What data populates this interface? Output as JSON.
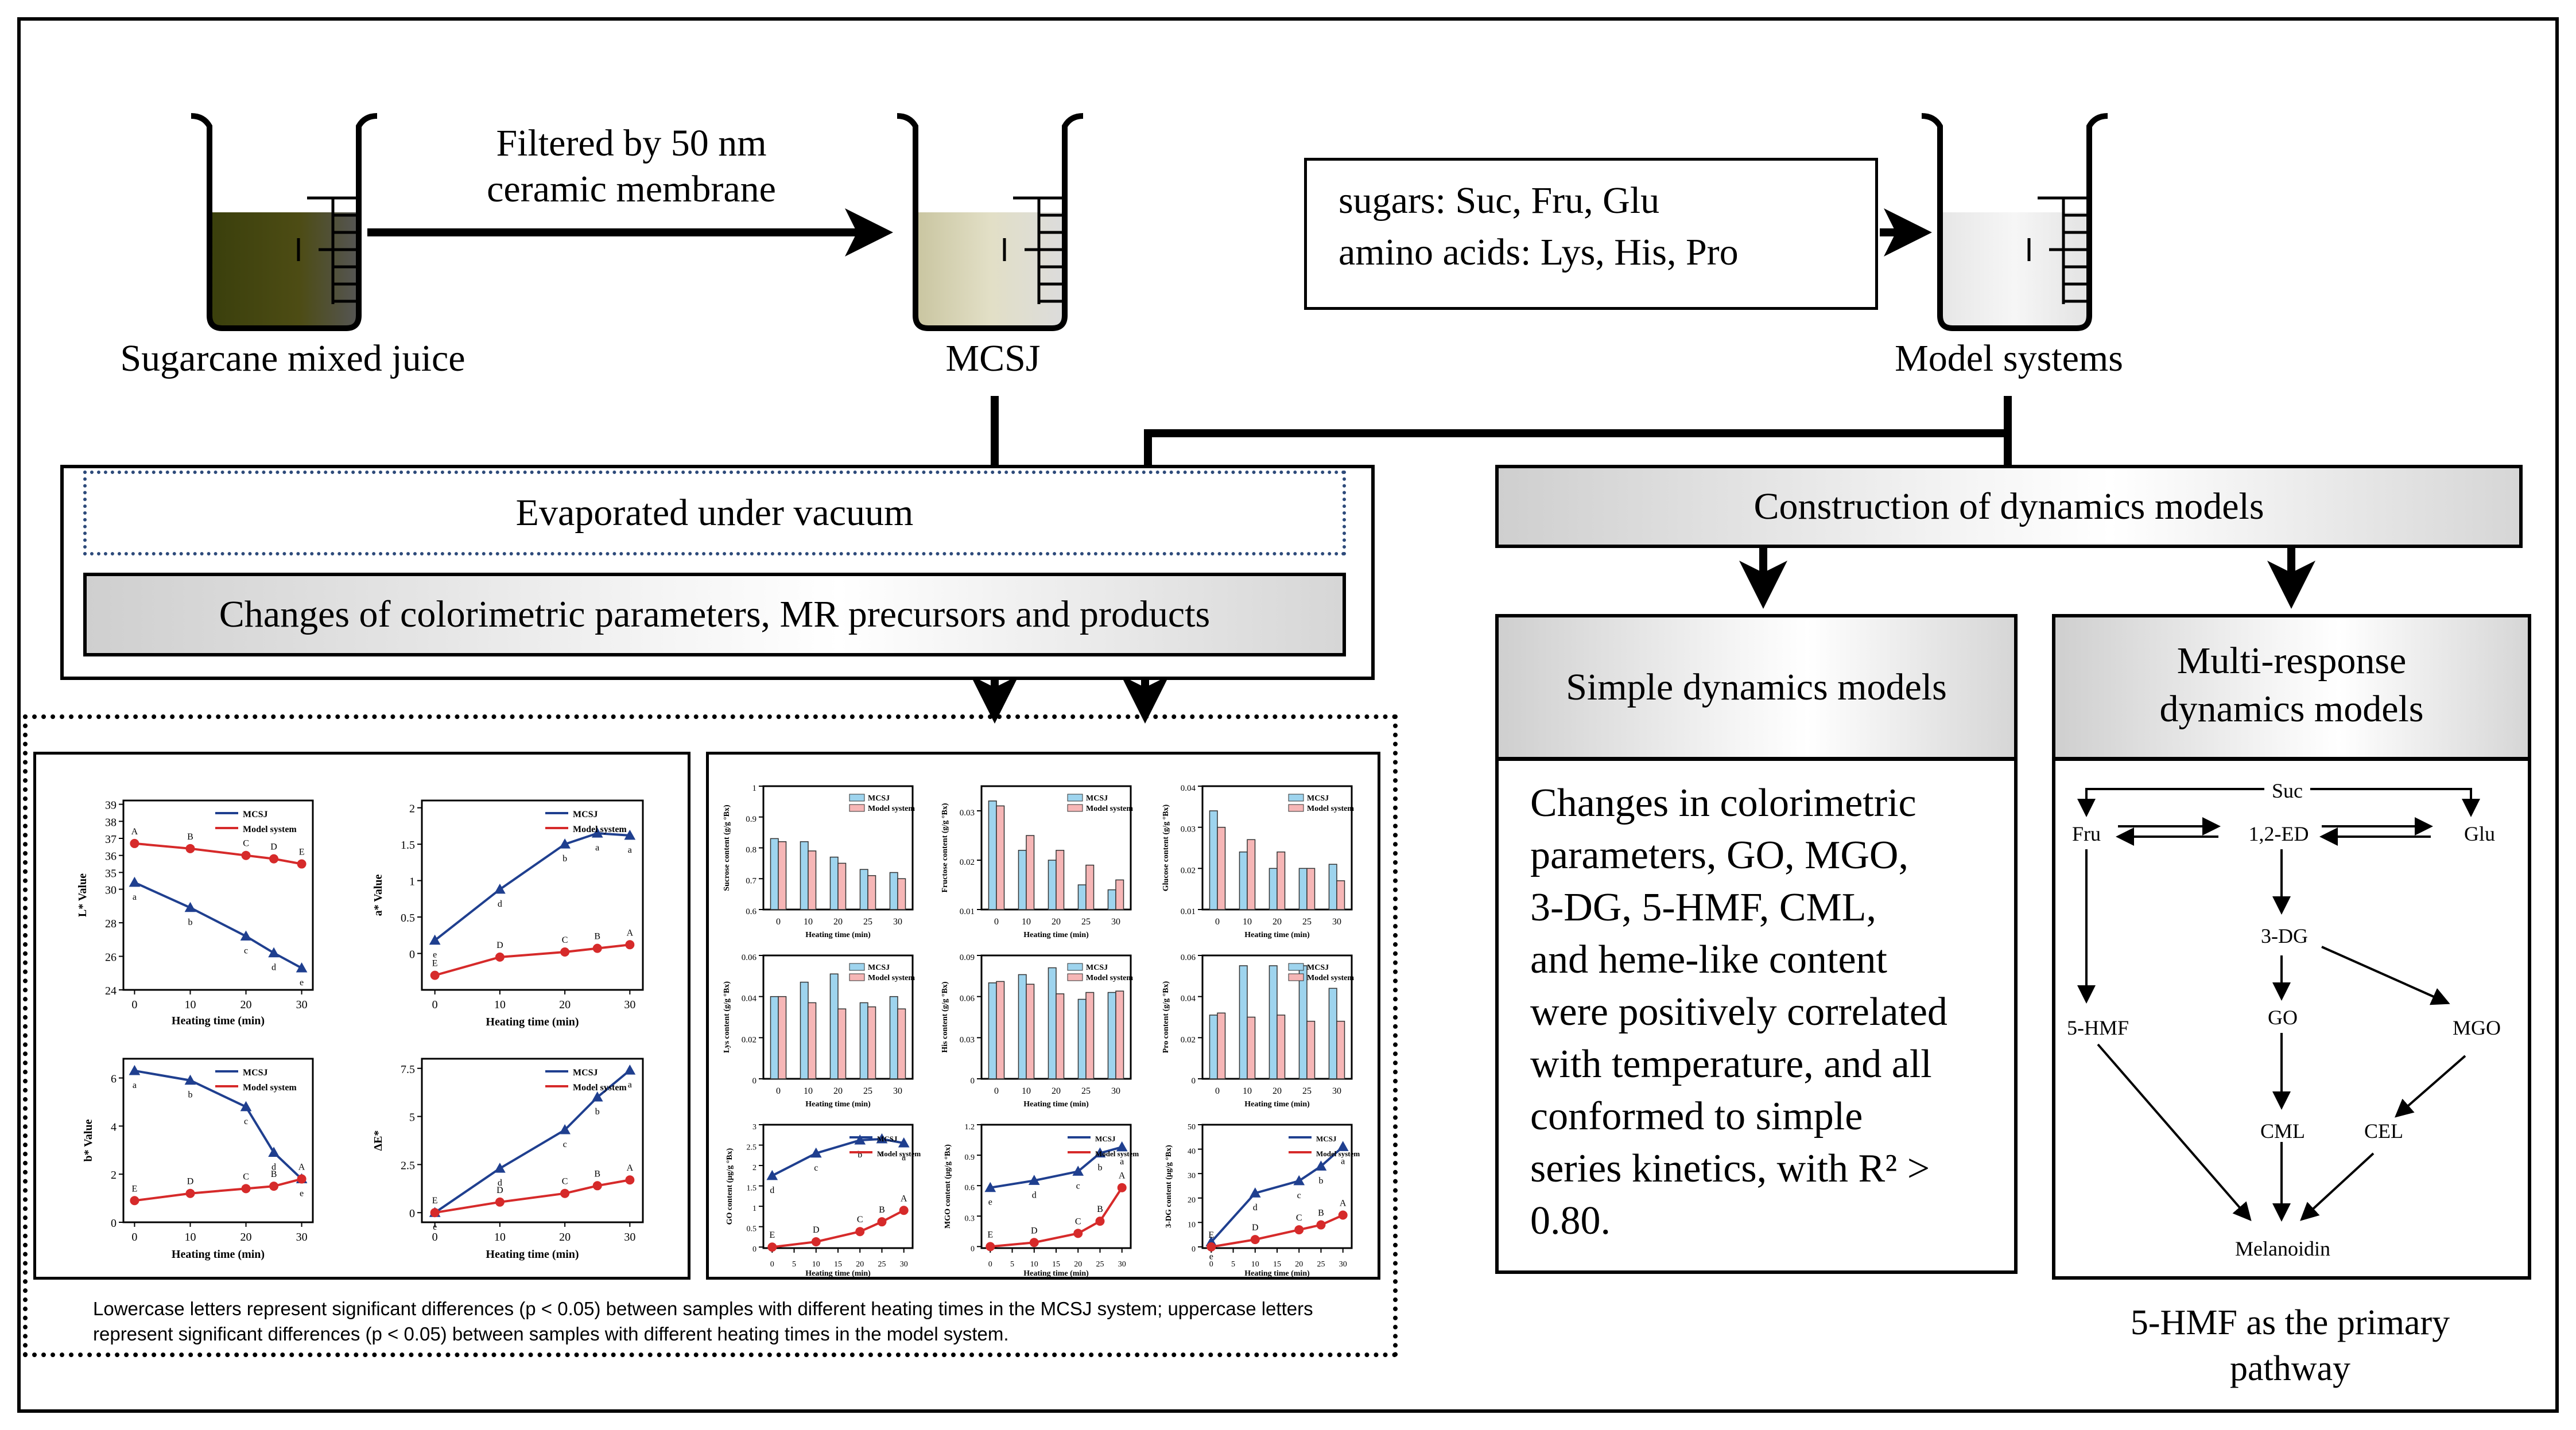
{
  "labels": {
    "sugarcane_juice": "Sugarcane mixed juice",
    "filter_line1": "Filtered by 50 nm",
    "filter_line2": "ceramic membrane",
    "mcsj": "MCSJ",
    "sugars": "sugars: Suc, Fru, Glu",
    "amino_acids": "amino acids: Lys, His, Pro",
    "model_systems": "Model systems",
    "evaporated": "Evaporated under vacuum",
    "changes": "Changes of colorimetric parameters, MR precursors and products",
    "construction": "Construction of  dynamics models",
    "simple_title": "Simple dynamics models",
    "multi_title_1": "Multi-response",
    "multi_title_2": "dynamics models",
    "simple_body": [
      "Changes in colorimetric",
      "parameters, GO, MGO,",
      "3-DG, 5-HMF, CML,",
      "and heme-like content",
      "were positively correlated",
      "with temperature, and all",
      "conformed to simple",
      "series kinetics, with R² >",
      "0.80."
    ],
    "caption_line1": "Lowercase letters represent significant differences (p < 0.05) between samples with different heating times in the MCSJ system; uppercase letters",
    "caption_line2": "represent significant differences (p < 0.05) between samples with different heating times in the model system.",
    "pathway_1": "5-HMF as the primary",
    "pathway_2": "pathway"
  },
  "pathway_nodes": {
    "suc": "Suc",
    "fru": "Fru",
    "ed": "1,2-ED",
    "glu": "Glu",
    "dg": "3-DG",
    "hmf": "5-HMF",
    "go": "GO",
    "mgo": "MGO",
    "cml": "CML",
    "cel": "CEL",
    "melanoidin": "Melanoidin"
  },
  "colors": {
    "mcsj": "#1f3f8f",
    "model": "#d62a2a",
    "bar_blue": "#9ed4ee",
    "bar_pink": "#f6b6b6",
    "dash_blue": "#2d4a7a"
  },
  "legend": {
    "mcsj": "MCSJ",
    "model": "Model system"
  },
  "xaxis_label": "Heating time (min)",
  "chart_data": [
    {
      "type": "line",
      "ylabel": "L* Value",
      "x": [
        0,
        10,
        20,
        25,
        30
      ],
      "yticks": [
        24,
        26,
        28,
        30,
        35,
        36,
        37,
        38,
        39
      ],
      "series": [
        {
          "name": "MCSJ",
          "values": [
            30.4,
            28.9,
            27.2,
            26.2,
            25.3
          ],
          "letters": [
            "a",
            "b",
            "c",
            "d",
            "e"
          ]
        },
        {
          "name": "Model system",
          "values": [
            36.7,
            36.4,
            36.0,
            35.8,
            35.5
          ],
          "letters": [
            "A",
            "B",
            "C",
            "D",
            "E"
          ]
        }
      ]
    },
    {
      "type": "line",
      "ylabel": "a* Value",
      "x": [
        0,
        10,
        20,
        25,
        30
      ],
      "yticks": [
        0.0,
        0.5,
        1.0,
        1.5,
        2.0
      ],
      "series": [
        {
          "name": "MCSJ",
          "values": [
            0.18,
            0.88,
            1.5,
            1.65,
            1.62
          ],
          "letters": [
            "e",
            "d",
            "b",
            "a",
            "a"
          ]
        },
        {
          "name": "Model system",
          "values": [
            -0.3,
            -0.05,
            0.02,
            0.07,
            0.12
          ],
          "letters": [
            "E",
            "D",
            "C",
            "B",
            "A"
          ]
        }
      ]
    },
    {
      "type": "line",
      "ylabel": "b* Value",
      "x": [
        0,
        10,
        20,
        25,
        30
      ],
      "yticks": [
        0,
        2,
        4,
        6
      ],
      "series": [
        {
          "name": "MCSJ",
          "values": [
            6.3,
            5.9,
            4.8,
            2.9,
            1.8
          ],
          "letters": [
            "a",
            "b",
            "c",
            "d",
            "e"
          ]
        },
        {
          "name": "Model system",
          "values": [
            0.9,
            1.2,
            1.4,
            1.5,
            1.8
          ],
          "letters": [
            "E",
            "D",
            "C",
            "B",
            "A"
          ]
        }
      ]
    },
    {
      "type": "line",
      "ylabel": "ΔE*",
      "x": [
        0,
        10,
        20,
        25,
        30
      ],
      "yticks": [
        0,
        2.5,
        5.0,
        7.5
      ],
      "series": [
        {
          "name": "MCSJ",
          "values": [
            0,
            2.3,
            4.3,
            6.0,
            7.4
          ],
          "letters": [
            "e",
            "d",
            "c",
            "b",
            "a"
          ]
        },
        {
          "name": "Model system",
          "values": [
            0,
            0.55,
            1.0,
            1.4,
            1.7
          ],
          "letters": [
            "E",
            "D",
            "C",
            "B",
            "A"
          ]
        }
      ]
    },
    {
      "type": "bar",
      "ylabel": "Sucrose content (g/g °Bx)",
      "categories": [
        "0",
        "10",
        "20",
        "25",
        "30"
      ],
      "yticks": [
        0.6,
        0.7,
        0.8,
        0.9,
        1.0
      ],
      "ylim": [
        0.6,
        1.0
      ],
      "series": [
        {
          "name": "MCSJ",
          "values": [
            0.83,
            0.82,
            0.77,
            0.73,
            0.72
          ]
        },
        {
          "name": "Model system",
          "values": [
            0.82,
            0.79,
            0.75,
            0.71,
            0.7
          ]
        }
      ]
    },
    {
      "type": "bar",
      "ylabel": "Fructose content (g/g °Bx)",
      "categories": [
        "0",
        "10",
        "20",
        "25",
        "30"
      ],
      "yticks": [
        0.01,
        0.02,
        0.03
      ],
      "ylim": [
        0.01,
        0.035
      ],
      "series": [
        {
          "name": "MCSJ",
          "values": [
            0.032,
            0.022,
            0.02,
            0.015,
            0.014
          ]
        },
        {
          "name": "Model system",
          "values": [
            0.031,
            0.025,
            0.022,
            0.019,
            0.016
          ]
        }
      ]
    },
    {
      "type": "bar",
      "ylabel": "Glucose content (g/g °Bx)",
      "categories": [
        "0",
        "10",
        "20",
        "25",
        "30"
      ],
      "yticks": [
        0.01,
        0.02,
        0.03,
        0.04
      ],
      "ylim": [
        0.01,
        0.04
      ],
      "series": [
        {
          "name": "MCSJ",
          "values": [
            0.034,
            0.024,
            0.02,
            0.02,
            0.021
          ]
        },
        {
          "name": "Model system",
          "values": [
            0.03,
            0.027,
            0.024,
            0.02,
            0.017
          ]
        }
      ]
    },
    {
      "type": "bar",
      "ylabel": "Lys content (g/g °Bx)",
      "categories": [
        "0",
        "10",
        "20",
        "25",
        "30"
      ],
      "yticks": [
        0.0,
        0.02,
        0.04,
        0.06
      ],
      "ylim": [
        0,
        0.06
      ],
      "series": [
        {
          "name": "MCSJ",
          "values": [
            0.04,
            0.047,
            0.051,
            0.037,
            0.04
          ]
        },
        {
          "name": "Model system",
          "values": [
            0.04,
            0.037,
            0.034,
            0.035,
            0.034
          ]
        }
      ]
    },
    {
      "type": "bar",
      "ylabel": "His content (g/g °Bx)",
      "categories": [
        "0",
        "10",
        "20",
        "25",
        "30"
      ],
      "yticks": [
        0.0,
        0.03,
        0.06,
        0.09
      ],
      "ylim": [
        0,
        0.09
      ],
      "series": [
        {
          "name": "MCSJ",
          "values": [
            0.07,
            0.076,
            0.081,
            0.058,
            0.063
          ]
        },
        {
          "name": "Model system",
          "values": [
            0.071,
            0.069,
            0.062,
            0.063,
            0.064
          ]
        }
      ]
    },
    {
      "type": "bar",
      "ylabel": "Pro content (g/g °Bx)",
      "categories": [
        "0",
        "10",
        "20",
        "25",
        "30"
      ],
      "yticks": [
        0.0,
        0.02,
        0.04,
        0.06
      ],
      "ylim": [
        0,
        0.06
      ],
      "series": [
        {
          "name": "MCSJ",
          "values": [
            0.031,
            0.055,
            0.055,
            0.055,
            0.044
          ]
        },
        {
          "name": "Model system",
          "values": [
            0.032,
            0.03,
            0.031,
            0.028,
            0.028
          ]
        }
      ]
    },
    {
      "type": "line",
      "ylabel": "GO content (μg/g °Bx)",
      "x": [
        0,
        10,
        20,
        25,
        30
      ],
      "xticks": [
        0,
        5,
        10,
        15,
        20,
        25,
        30
      ],
      "yticks": [
        0.0,
        0.5,
        1.0,
        1.5,
        2.0,
        2.5,
        3.0
      ],
      "series": [
        {
          "name": "MCSJ",
          "values": [
            1.75,
            2.3,
            2.62,
            2.65,
            2.55
          ],
          "letters": [
            "d",
            "c",
            "b",
            "a",
            "a"
          ]
        },
        {
          "name": "Model system",
          "values": [
            0.0,
            0.13,
            0.38,
            0.62,
            0.9
          ],
          "letters": [
            "E",
            "D",
            "C",
            "B",
            "A"
          ]
        }
      ]
    },
    {
      "type": "line",
      "ylabel": "MGO content (μg/g °Bx)",
      "x": [
        0,
        10,
        20,
        25,
        30
      ],
      "xticks": [
        0,
        5,
        10,
        15,
        20,
        25,
        30
      ],
      "yticks": [
        0.0,
        0.3,
        0.6,
        0.9,
        1.2
      ],
      "series": [
        {
          "name": "MCSJ",
          "values": [
            0.58,
            0.65,
            0.74,
            0.92,
            0.98
          ],
          "letters": [
            "e",
            "d",
            "c",
            "b",
            "a"
          ]
        },
        {
          "name": "Model system",
          "values": [
            0.0,
            0.04,
            0.13,
            0.25,
            0.58
          ],
          "letters": [
            "E",
            "D",
            "C",
            "B",
            "A"
          ]
        }
      ]
    },
    {
      "type": "line",
      "ylabel": "3-DG content (μg/g °Bx)",
      "x": [
        0,
        10,
        20,
        25,
        30
      ],
      "xticks": [
        0,
        5,
        10,
        15,
        20,
        25,
        30
      ],
      "yticks": [
        0,
        10,
        20,
        30,
        40,
        50
      ],
      "series": [
        {
          "name": "MCSJ",
          "values": [
            2,
            22,
            27,
            33,
            41
          ],
          "letters": [
            "e",
            "d",
            "c",
            "b",
            "a"
          ]
        },
        {
          "name": "Model system",
          "values": [
            0,
            3,
            7,
            9,
            13
          ],
          "letters": [
            "E",
            "D",
            "C",
            "B",
            "A"
          ]
        }
      ]
    }
  ]
}
